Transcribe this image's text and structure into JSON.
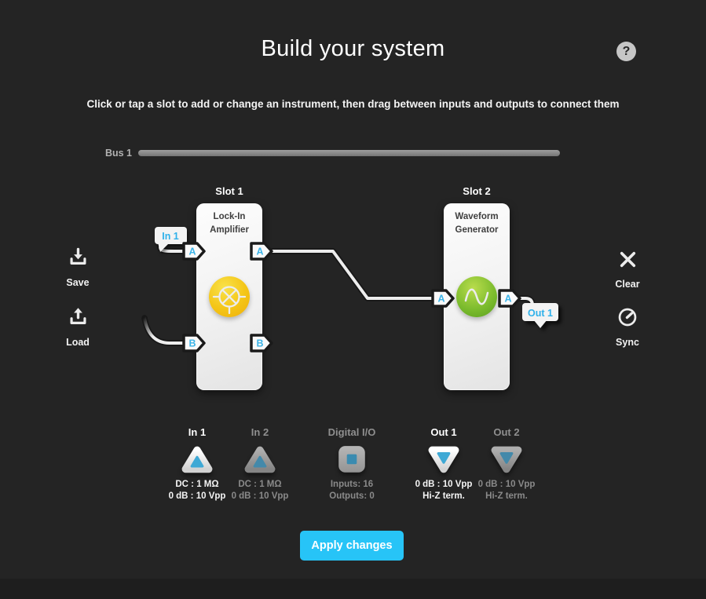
{
  "header": {
    "title": "Build your system",
    "help_glyph": "?"
  },
  "subtitle": "Click or tap a slot to add or change an instrument, then drag between inputs and outputs to connect them",
  "bus": {
    "label": "Bus 1"
  },
  "toolbar": {
    "save": "Save",
    "load": "Load",
    "clear": "Clear",
    "sync": "Sync"
  },
  "slots": [
    {
      "label": "Slot 1",
      "instrument": [
        "Lock-In",
        "Amplifier"
      ],
      "icon": "lock-in-mixer-icon",
      "icon_color": "#f3c115",
      "inputs": [
        "A",
        "B"
      ],
      "outputs": [
        "A",
        "B"
      ]
    },
    {
      "label": "Slot 2",
      "instrument": [
        "Waveform",
        "Generator"
      ],
      "icon": "sine-wave-icon",
      "icon_color": "#76b82a",
      "inputs": [
        "A"
      ],
      "outputs": [
        "A"
      ]
    }
  ],
  "connections": {
    "input_tag": "In 1",
    "output_tag": "Out 1"
  },
  "io_panel": {
    "items": [
      {
        "label": "In 1",
        "type": "analog-input",
        "active": true,
        "specs": [
          "DC : 1 MΩ",
          "0 dB : 10 Vpp"
        ]
      },
      {
        "label": "In 2",
        "type": "analog-input",
        "active": false,
        "specs": [
          "DC : 1 MΩ",
          "0 dB : 10 Vpp"
        ]
      },
      {
        "label": "Digital I/O",
        "type": "digital-io",
        "active": false,
        "specs": [
          "Inputs: 16",
          "Outputs: 0"
        ]
      },
      {
        "label": "Out 1",
        "type": "analog-output",
        "active": true,
        "specs": [
          "0 dB : 10 Vpp",
          "Hi-Z term."
        ]
      },
      {
        "label": "Out 2",
        "type": "analog-output",
        "active": false,
        "specs": [
          "0 dB : 10 Vpp",
          "Hi-Z term."
        ]
      }
    ]
  },
  "footer": {
    "apply_label": "Apply changes"
  },
  "colors": {
    "background": "#242424",
    "accent": "#29c4f7",
    "node_letter": "#3cb4e8",
    "card": "#f2f2f2",
    "lockin_yellow": "#f3c115",
    "waveform_green": "#76b82a",
    "inactive_gray": "#8f8f8f"
  }
}
